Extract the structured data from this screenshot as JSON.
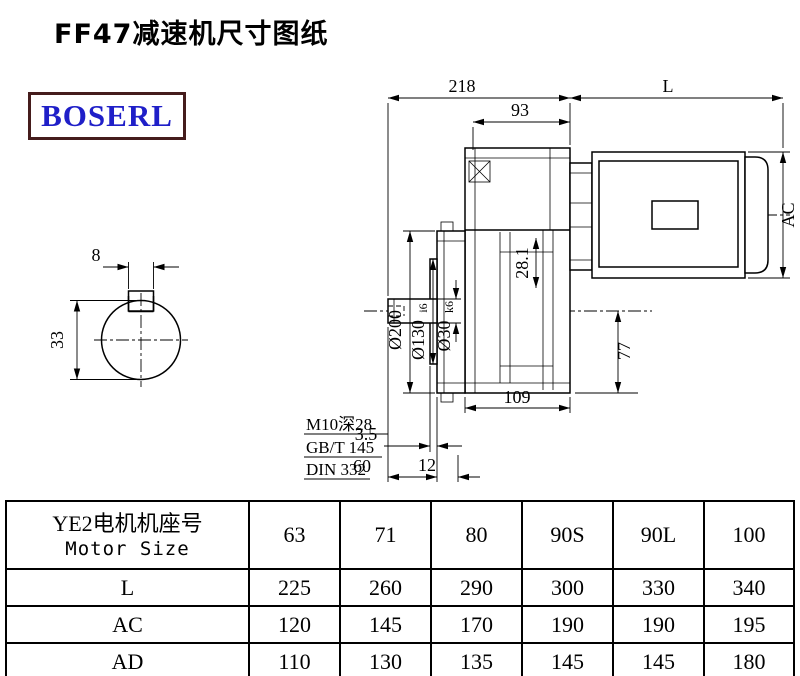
{
  "page": {
    "title": "FF47减速机尺寸图纸",
    "brand": "BOSERL"
  },
  "drawing": {
    "dims": {
      "d218": "218",
      "dL": "L",
      "d93": "93",
      "dAC": "AC",
      "d281": "28.1",
      "d200": "Ø200",
      "d130": "Ø130",
      "d130_tol": "i6",
      "d30": "Ø30",
      "d30_tol": "k6",
      "d77": "77",
      "d109": "109",
      "d35": "3.5",
      "d60": "60",
      "d12": "12",
      "d8": "8",
      "d33": "33"
    },
    "notes": {
      "thread": "M10深28",
      "std1": "GB/T 145",
      "std2": "DIN 332"
    }
  },
  "table": {
    "header_cn": "YE2电机机座号",
    "header_en": "Motor Size",
    "sizes": [
      "63",
      "71",
      "80",
      "90S",
      "90L",
      "100"
    ],
    "rows": [
      {
        "label": "L",
        "values": [
          "225",
          "260",
          "290",
          "300",
          "330",
          "340"
        ]
      },
      {
        "label": "AC",
        "values": [
          "120",
          "145",
          "170",
          "190",
          "190",
          "195"
        ]
      },
      {
        "label": "AD",
        "values": [
          "110",
          "130",
          "135",
          "145",
          "145",
          "180"
        ]
      }
    ]
  }
}
